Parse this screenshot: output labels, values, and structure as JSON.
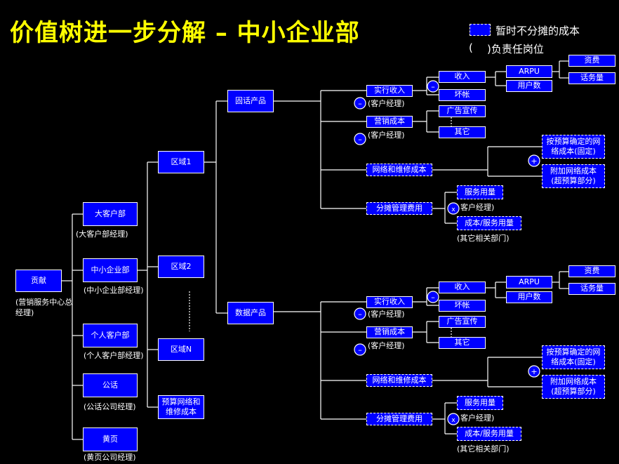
{
  "title": "价值树进一步分解 – 中小企业部",
  "legend": {
    "dashed_label": "暂时不分摊的成本",
    "paren_open": "(",
    "paren_label": ")负责任岗位"
  },
  "root": {
    "label": "贡献",
    "owner": "(营销服务中心总经理)"
  },
  "departments": [
    {
      "label": "大客户部",
      "owner": "(大客户部经理)"
    },
    {
      "label": "中小企业部",
      "owner": "(中小企业部经理)"
    },
    {
      "label": "个人客户部",
      "owner": "(个人客户部经理)"
    },
    {
      "label": "公话",
      "owner": "(公话公司经理)"
    },
    {
      "label": "黄页",
      "owner": "(黄页公司经理)"
    }
  ],
  "regions": [
    "区域1",
    "区域2",
    "区域N",
    "预算网络和维修成本"
  ],
  "products": [
    "固话产品",
    "数据产品"
  ],
  "branch": {
    "revenue": "实行收入",
    "revenue_owner": "(客户经理)",
    "marketing": "营销成本",
    "marketing_owner": "(客户经理)",
    "network": "网络和维修成本",
    "mgmt": "分摊管理费用",
    "income": "收入",
    "baddebt": "坏帐",
    "ads": "广告宣传",
    "other": "其它",
    "arpu": "ARPU",
    "users": "用户数",
    "tariff": "资费",
    "traffic": "话务量",
    "budget_fixed": "按预算确定的网络成本(固定)",
    "extra_net": "附加网络成本(超预算部分)",
    "svc_usage": "服务用量",
    "svc_owner": "客户经理)",
    "unit_cost": "成本/服务用量",
    "unit_owner": "(其它相关部门)"
  },
  "ops": {
    "minus": "–",
    "plus": "+",
    "times": "x"
  }
}
